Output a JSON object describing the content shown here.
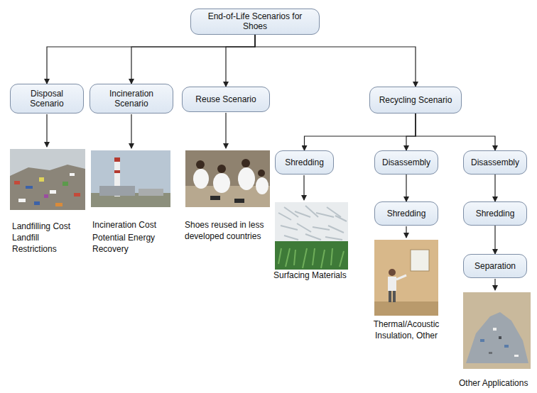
{
  "diagram": {
    "nodes": [
      {
        "text": [
          "End-of-Life Scenarios for Shoes"
        ]
      },
      {
        "text": [
          "Disposal Scenario"
        ]
      },
      {
        "text": [
          "Incineration Scenario"
        ]
      },
      {
        "text": [
          "Reuse Scenario"
        ]
      },
      {
        "text": [
          "Recycling Scenario"
        ]
      },
      {
        "text": [
          "Shredding"
        ]
      },
      {
        "text": [
          "Disassembly"
        ]
      },
      {
        "text": [
          "Disassembly"
        ]
      },
      {
        "text": [
          "Shredding"
        ]
      },
      {
        "text": [
          "Shredding"
        ]
      },
      {
        "text": [
          "Separation"
        ]
      }
    ],
    "edges": [
      {
        "from": 0,
        "to": 1,
        "arrow": "to"
      },
      {
        "from": 0,
        "to": 2,
        "arrow": "to"
      },
      {
        "from": 0,
        "to": 3,
        "arrow": "to"
      },
      {
        "from": 0,
        "to": 4,
        "arrow": "to"
      },
      {
        "from": 4,
        "to": 5,
        "arrow": "to"
      },
      {
        "from": 4,
        "to": 6,
        "arrow": "to"
      },
      {
        "from": 4,
        "to": 7,
        "arrow": "to"
      },
      {
        "from": 6,
        "to": 8,
        "arrow": "to"
      },
      {
        "from": 7,
        "to": 9,
        "arrow": "to"
      },
      {
        "from": 9,
        "to": 10,
        "arrow": "to"
      }
    ],
    "labels": [
      "Landfilling Cost",
      "Landfill Restrictions",
      "Incineration Cost",
      "Potential Energy Recovery",
      "Shoes reused in less developed countries",
      "Surfacing Materials",
      "Thermal/Acoustic Insulation, Other",
      "Other Applications"
    ]
  }
}
